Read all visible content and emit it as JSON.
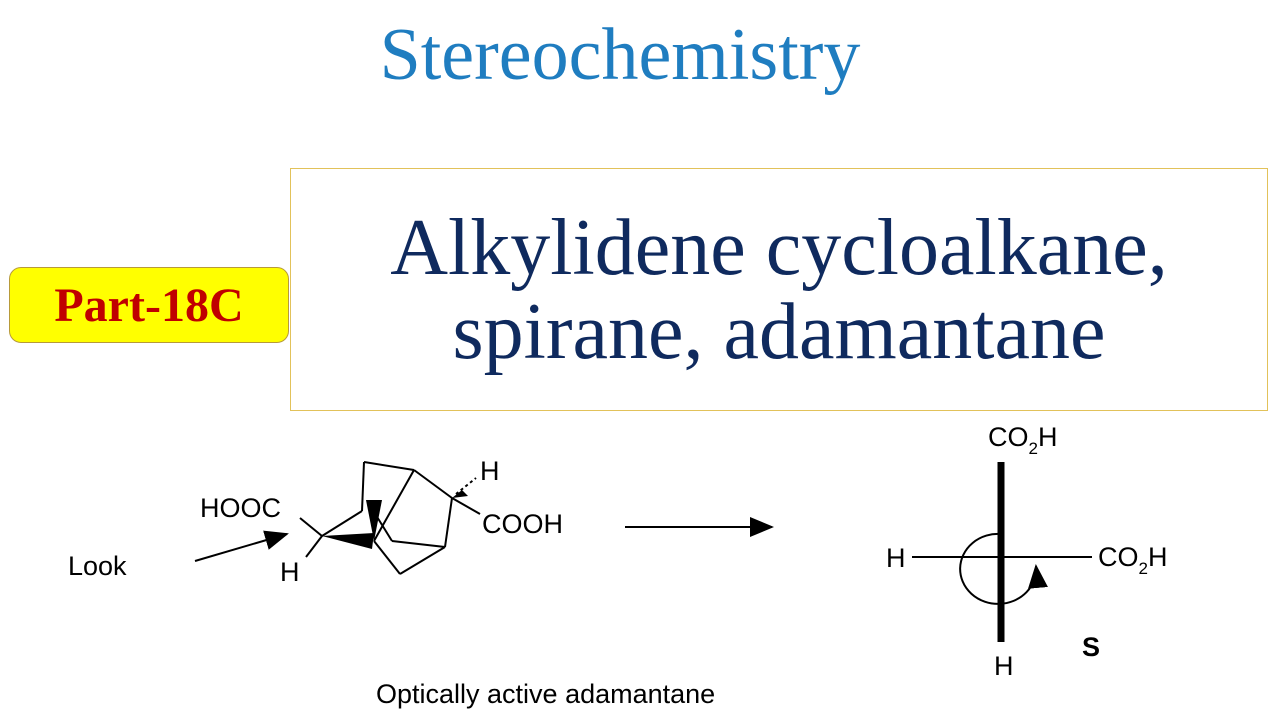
{
  "title": "Stereochemistry",
  "part": "Part-18C",
  "topic": {
    "line1": "Alkylidene cycloalkane,",
    "line2": "spirane, adamantane"
  },
  "structure": {
    "look_label": "Look",
    "left_group": "HOOC",
    "left_h": "H",
    "right_h": "H",
    "right_group": "COOH",
    "caption": "Optically active adamantane"
  },
  "projection": {
    "top_main": "CO",
    "top_sub": "2",
    "top_end": "H",
    "left": "H",
    "right_main": "CO",
    "right_sub": "2",
    "right_end": "H",
    "bottom": "H",
    "config": "S"
  },
  "colors": {
    "title": "#1f7dc0",
    "badge_bg": "#ffff00",
    "badge_text": "#c00000",
    "topic_text": "#0f2a5e"
  }
}
